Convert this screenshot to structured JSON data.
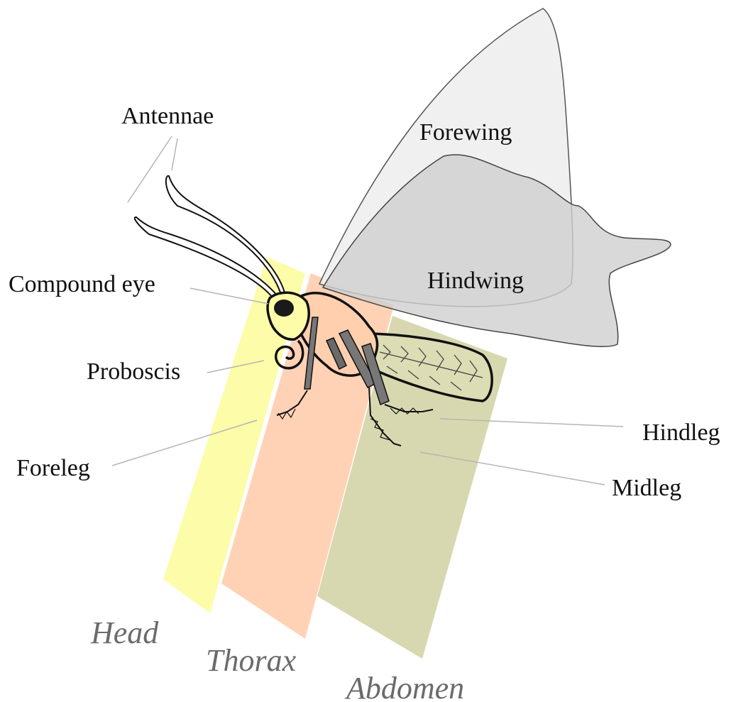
{
  "labels": {
    "antennae": "Antennae",
    "forewing": "Forewing",
    "hindwing": "Hindwing",
    "compound_eye": "Compound eye",
    "proboscis": "Proboscis",
    "foreleg": "Foreleg",
    "hindleg": "Hindleg",
    "midleg": "Midleg"
  },
  "segments": {
    "head": "Head",
    "thorax": "Thorax",
    "abdomen": "Abdomen"
  },
  "colors": {
    "head_band": "#fdfca8",
    "thorax_band": "#ffd0b2",
    "abdomen_band": "#dcdcb5",
    "forewing": "#efefef",
    "hindwing": "#d9d9d9",
    "body_fill": "#ffd8b8",
    "eye": "#1a1a1a",
    "leg": "#777777",
    "segment_text": "#6b6b6b"
  }
}
